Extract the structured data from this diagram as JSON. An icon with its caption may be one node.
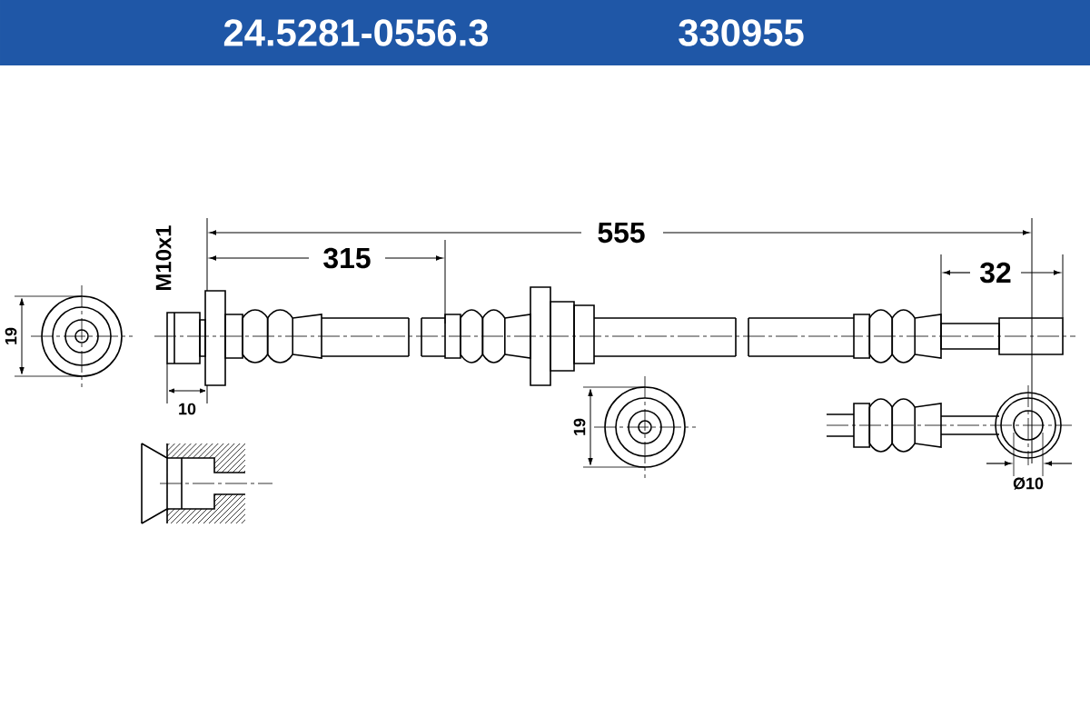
{
  "diagram": {
    "title": "24.5281-0556.3",
    "labels": [
      "330955",
      "M10x1",
      "315",
      "555",
      "32",
      "19",
      "10",
      "19",
      "Ø10"
    ]
  }
}
